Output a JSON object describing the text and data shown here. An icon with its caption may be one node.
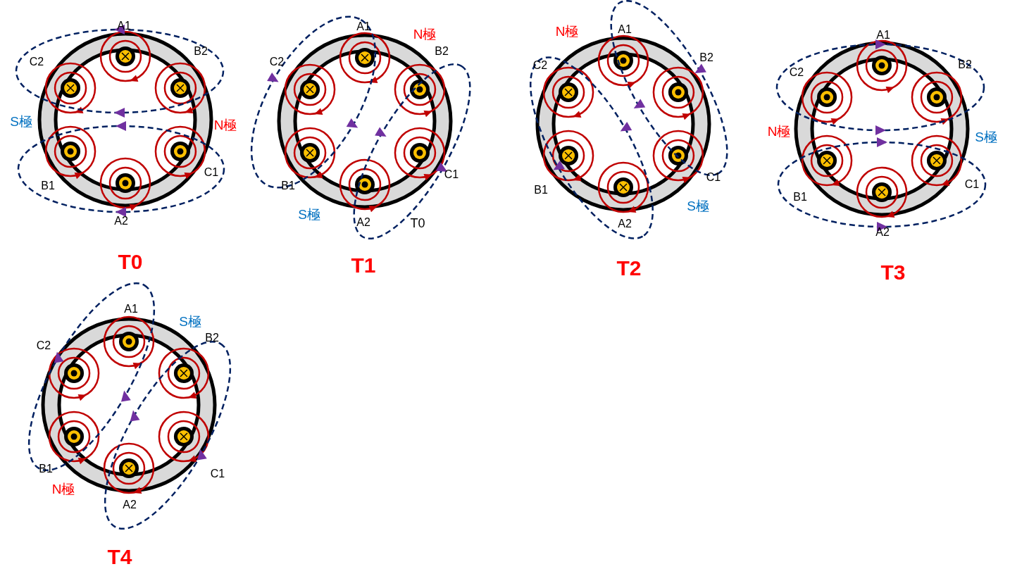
{
  "diagram": {
    "labels": [
      "A1",
      "B2",
      "C2",
      "S極",
      "N極",
      "B1",
      "C1",
      "A2",
      "T0",
      "A1",
      "N極",
      "B2",
      "C2",
      "B1",
      "C1",
      "S極",
      "A2",
      "T0",
      "T1",
      "N極",
      "A1",
      "B2",
      "C2",
      "B1",
      "C1",
      "S極",
      "A2",
      "T2",
      "A1",
      "C2",
      "B2",
      "N極",
      "S極",
      "B1",
      "C1",
      "A2",
      "T3",
      "A1",
      "S極",
      "C2",
      "B2",
      "B1",
      "C1",
      "N極",
      "A2",
      "T4"
    ]
  }
}
